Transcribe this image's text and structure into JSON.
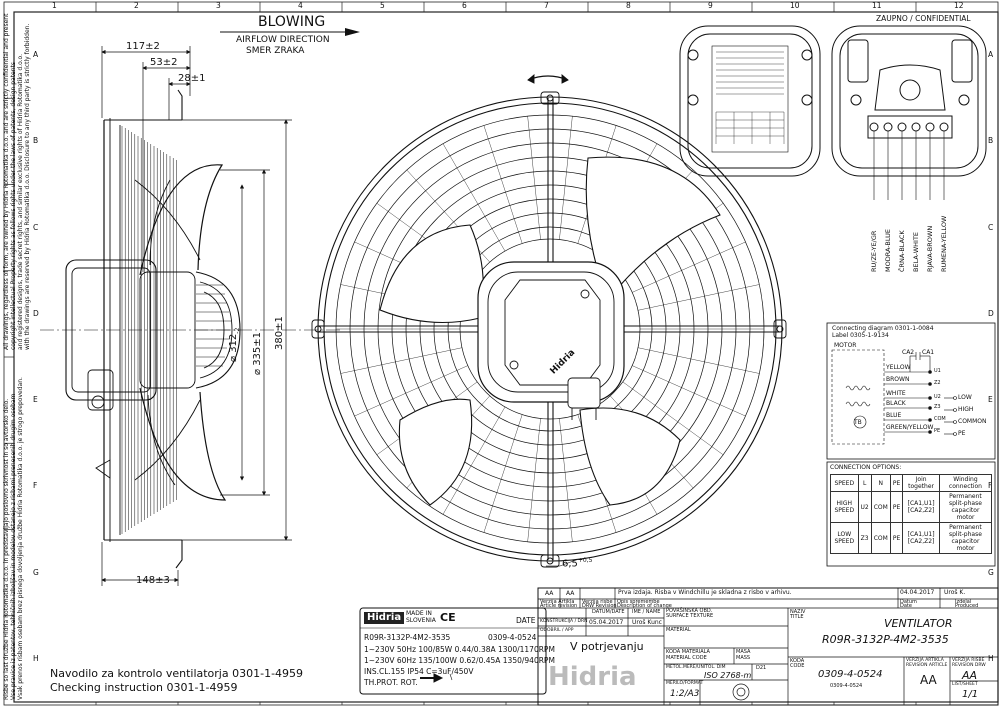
{
  "frame": {
    "columns": [
      "1",
      "2",
      "3",
      "4",
      "5",
      "6",
      "7",
      "8",
      "9",
      "10",
      "11",
      "12"
    ],
    "rows": [
      "A",
      "B",
      "C",
      "D",
      "E",
      "F",
      "G",
      "H"
    ]
  },
  "blowing": {
    "title": "BLOWING",
    "line1": "AIRFLOW DIRECTION",
    "line2": "SMER ZRAKA"
  },
  "confidential": "ZAUPNO / CONFIDENTIAL",
  "dimensions": {
    "d117": "117±2",
    "d53": "53±2",
    "d28": "28±1",
    "d312": "⌀ 312",
    "d312_tol": "-2",
    "d335": "⌀ 335±1",
    "d380": "380±1",
    "d148": "148±3",
    "d65": "6,5",
    "d65_tol": "+0,5"
  },
  "hub_logo": "Hidria",
  "side_note": {
    "en": [
      "All drawings, regardless of form, are owned by Hidria Rotomatika d.o.o. and are strictly confidential and present",
      "copyright intellectual Property rights as follows rights under the laws of patents, design patents",
      "and registered designs, trade secret rights, and similar exclusive rights of Hidria Rotomatika d.o.o.",
      "with the drawings are reserved by Hidria Rotomatika d.o.o. Disclosure to any third party is strictly forbidden."
    ],
    "sl": [
      "Risbe so last družbe Hidria Rotomatika d.o.o. in predstavljajo poslovno skrivnost in so avtorsko delo.",
      "Vse pravice iz patentov, tehničnih izboljšav in modelov ostanejo z risbami prenesenih drugim osebam",
      "Vsak prenos risbam osebam brez pisnega dovoljenja družbe Hidria Rotomatika d.o.o. je strogo prepovedan."
    ]
  },
  "wires": [
    "RU/ZE-YE/GR",
    "MODRA-BLUE",
    "ČRNA-BLACK",
    "BELA-WHITE",
    "RJAVA-BROWN",
    "RUMENA-YELLOW"
  ],
  "connection_diagram": {
    "header1": "Connecting diagram 0301-1-0084",
    "header2": "Label 0305-1-9134",
    "motor": "MOTOR",
    "ca2": "CA2",
    "ca1": "CA1",
    "wires": [
      "YELLOW",
      "BROWN",
      "WHITE",
      "BLACK",
      "BLUE",
      "GREEN/YELLOW"
    ],
    "terminals": [
      "U1",
      "Z2",
      "U2",
      "Z3",
      "COM",
      "PE"
    ],
    "outputs": [
      "LOW",
      "HIGH",
      "COMMON",
      "PE"
    ],
    "tb": "TB"
  },
  "connection_options": {
    "title": "CONNECTION OPTIONS:",
    "headers": [
      "SPEED",
      "L",
      "N",
      "PE",
      "Join together",
      "Winding connection"
    ],
    "rows": [
      [
        "HIGH SPEED",
        "U2",
        "COM",
        "PE",
        "[CA1,U1] [CA2,Z2]",
        "Permanent split-phase capacitor motor"
      ],
      [
        "LOW SPEED",
        "Z3",
        "COM",
        "PE",
        "[CA1,U1] [CA2,Z2]",
        "Permanent split-phase capacitor motor"
      ]
    ]
  },
  "label": {
    "brand": "Hidria",
    "made_in": "MADE IN",
    "country": "SLOVENIA",
    "ce": "CE",
    "model": "R09R-3132P-4M2-3535",
    "article": "0309-4-0524",
    "line1": "1~230V 50Hz 100/85W 0.44/0.38A 1300/1170RPM",
    "line2": "1~230V 60Hz 135/100W 0.62/0.45A 1350/940RPM",
    "line3": "INS.CL.155  IP54  C=3uF/450V",
    "line4": "TH.PROT. ROT.",
    "date": "DATE"
  },
  "instructions": {
    "line1": "Navodilo za kontrolo ventilatorja 0301-1-4959",
    "line2": "Checking instruction 0301-1-4959"
  },
  "title_block": {
    "rev": "AA",
    "rev_artikla": "Verzija Artikla",
    "rev_artikla_en": "Article revision",
    "rev_risbe": "Verzija risbe",
    "rev_risbe_en": "DRW Revision",
    "change_text": "Prva izdaja. Risba v Windchillu je skladna z risbo v arhivu.",
    "change_sl": "Opis spremembe",
    "change_en": "Description of change",
    "date_value": "04.04.2017",
    "author": "Uroš K.",
    "datum": "Datum",
    "datum_en": "Date",
    "izdelal": "Izdelal",
    "izdelal_en": "Produced",
    "konstrukcija": "KONSTRUKCIJA / DRN",
    "odobril": "ODOBRIL / APP",
    "datum_h": "DATUM/DATE",
    "ime_h": "IME / NAME",
    "konstr_date": "05.04.2017",
    "konstr_name": "Uroš Kunc",
    "potrjevanje": "V potrjevanju",
    "povrsinska": "POVRŠINSKA OBD.",
    "surface": "SURFACE TEXTURE",
    "material": "MATERIAL",
    "koda_mat": "KODA MATERIALA",
    "koda_mat_en": "MATERIAL CODE",
    "masa": "MASA",
    "masa_en": "MASS",
    "metoda": "METOL.MERE/UNITOL. DIM",
    "iso": "ISO 2768-m",
    "merilo": "MERILO/FORMAT",
    "scale": "1:2/A3",
    "naziv": "NAZIV",
    "title_lbl": "TITLE",
    "title1": "VENTILATOR",
    "title2": "R09R-3132P-4M2-3535",
    "koda": "KODA",
    "code_lbl": "CODE",
    "code": "0309-4-0524",
    "code_small": "0309-4-0524",
    "ver_art": "VERZIJA ARTIKLA",
    "ver_art_en": "REVISION ARTICLE",
    "ver_ris": "VERZIJA RISBE",
    "ver_ris_en": "REVISION DRW",
    "list": "LIST/SHEET",
    "sheet": "1/1",
    "aa": "AA",
    "aa2": "AA",
    "hidria": "Hidria",
    "dim_small": "D21"
  }
}
